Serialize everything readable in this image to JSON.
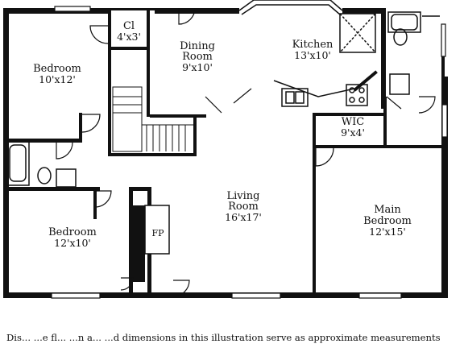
{
  "rooms": {
    "bedroom_top": {
      "name": "Bedroom",
      "dim": "10'x12'"
    },
    "closet": {
      "name": "Cl",
      "dim": "4'x3'"
    },
    "dining": {
      "name_line1": "Dining",
      "name_line2": "Room",
      "dim": "9'x10'"
    },
    "kitchen": {
      "name": "Kitchen",
      "dim": "13'x10'"
    },
    "wic": {
      "name": "WIC",
      "dim": "9'x4'"
    },
    "living": {
      "name_line1": "Living",
      "name_line2": "Room",
      "dim": "16'x17'"
    },
    "bedroom_bottom": {
      "name": "Bedroom",
      "dim": "12'x10'"
    },
    "main_bedroom": {
      "name_line1": "Main",
      "name_line2": "Bedroom",
      "dim": "12'x15'"
    },
    "fireplace": {
      "label": "FP"
    }
  },
  "disclaimer": "Dis... ...e fl... ...n a... ...d dimensions in this illustration serve as approximate measurements"
}
